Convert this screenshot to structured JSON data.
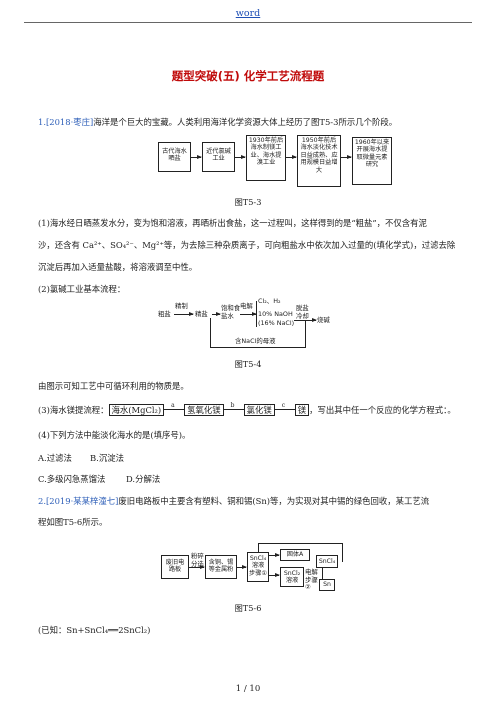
{
  "header": "word",
  "title": "题型突破(五)  化学工艺流程题",
  "q1": {
    "intro_src": "1.[2018·枣庄]",
    "intro_text": "海洋是个巨大的宝藏。人类利用海洋化学资源大体上经历了图T5-3所示几个阶段。",
    "flow": [
      "古代海水晒盐",
      "近代氯碱工业",
      "1930年前后海水制镁工业、海水提溴工业",
      "1950年前后海水淡化技术日益成熟、应用规模日益增大",
      "1960年以来开展海水提取微量元素研究"
    ],
    "fig1_caption": "图T5-3",
    "p1_line1": "(1)海水经日晒蒸发水分，变为饱和溶液，再晒析出食盐，这一过程叫，这样得到的是“粗盐”，不仅含有泥",
    "p1_line2": "沙，还含有 Ca²⁺、SO₄²⁻、Mg²⁺等，为去除三种杂质离子，可向粗盐水中依次加入过量的(填化学式)，过滤去除",
    "p1_line3": "沉淀后再加入适量盐酸，将溶液调至中性。",
    "p2": "(2)氯碱工业基本流程：",
    "fig2": {
      "n1": "粗盐",
      "a1": "精制",
      "n2": "精盐",
      "n3": "饱和食盐水",
      "a2": "电解",
      "out_top": "Cl₂、H₂",
      "out_mid": "10% NaOH",
      "out_bot": "(16% NaCl)",
      "a3": "脱盐冷却",
      "n4": "烧碱",
      "recycle": "含NaCl的母液"
    },
    "fig2_caption": "图T5-4",
    "p2_after": "由图示可知工艺中可循环利用的物质是。",
    "p3_prefix": "(3)海水镁提流程：",
    "p3_seawater": "海水(MgCl₂)",
    "p3_a": "a",
    "p3_mid": "氢氧化镁",
    "p3_b": "b",
    "p3_mid2": "氯化镁",
    "p3_c": "c",
    "p3_end": "镁",
    "p3_suffix": "，写出其中任一个反应的化学方程式：。",
    "p4": "(4)下列方法中能淡化海水的是(填序号)。",
    "optA": "A.过滤法",
    "optB": "B.沉淀法",
    "optC": "C.多级闪急蒸馏法",
    "optD": "D.分解法"
  },
  "q2": {
    "src": "2.[2019·某某梓潼七]",
    "line1": "废旧电路板中主要含有塑料、铜和锡(Sn)等，为实现对其中锡的绿色回收，某工艺流",
    "line2": "程如图T5-6所示。",
    "fig": {
      "b1": "废旧电路板",
      "a1": "粉碎分选",
      "b2": "含铜、锡等金属粉",
      "b3": "SnCl₄溶液步骤①",
      "b4": "固体A",
      "b5": "SnCl₂溶液",
      "a2": "电解步骤②",
      "b6": "SnCl₄",
      "b7": "Sn"
    },
    "caption": "图T5-6",
    "known": "(已知：Sn+SnCl₄══2SnCl₂)"
  },
  "footer": "1 / 10"
}
